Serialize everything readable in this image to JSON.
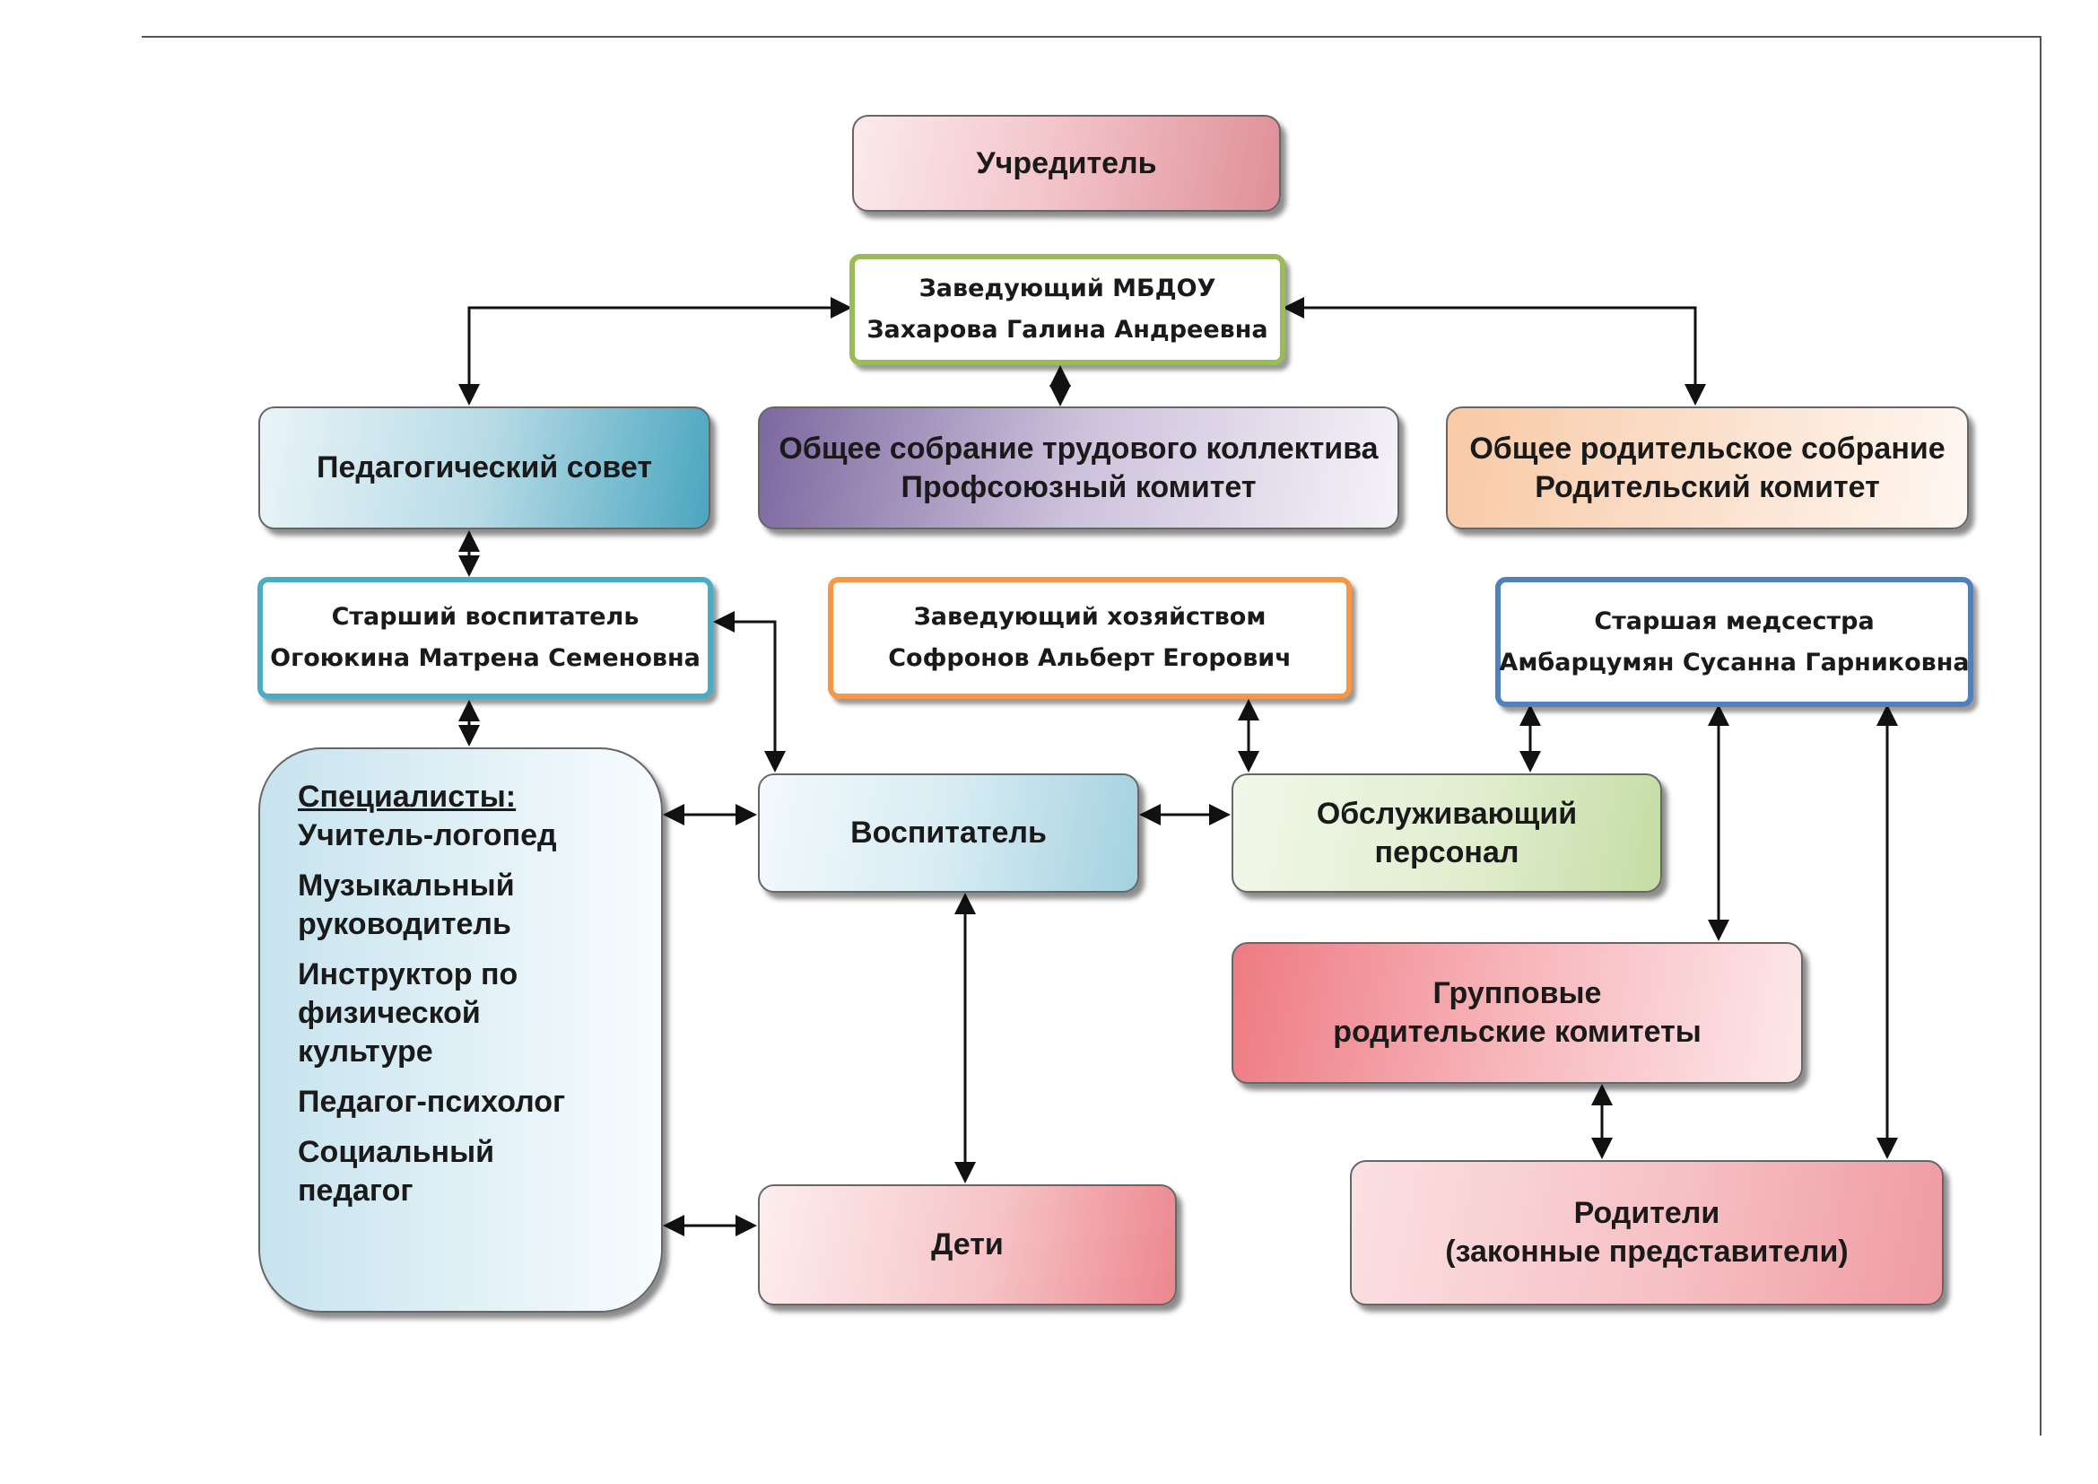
{
  "diagram": {
    "founder": "Учредитель",
    "head": {
      "title": "Заведующий МБДОУ",
      "name": "Захарова Галина Андреевна"
    },
    "pedagogical_council": "Педагогический совет",
    "labor_assembly": {
      "line1": "Общее собрание трудового коллектива",
      "line2": "Профсоюзный комитет"
    },
    "parents_meeting": {
      "line1": "Общее родительское собрание",
      "line2": "Родительский комитет"
    },
    "senior_teacher": {
      "title": "Старший воспитатель",
      "name": "Огоюкина Матрена Семеновна"
    },
    "housekeeping_head": {
      "title": "Заведующий хозяйством",
      "name": "Софронов Альберт Егорович"
    },
    "senior_nurse": {
      "title": "Старшая медсестра",
      "name": "Амбарцумян Сусанна Гарниковна"
    },
    "specialists": {
      "title": "Специалисты:",
      "items": [
        {
          "lines": [
            "Учитель-логопед"
          ]
        },
        {
          "lines": [
            "Музыкальный",
            "руководитель"
          ]
        },
        {
          "lines": [
            "Инструктор по",
            "физической",
            "культуре"
          ]
        },
        {
          "lines": [
            "Педагог-психолог"
          ]
        },
        {
          "lines": [
            "Социальный",
            "педагог"
          ]
        }
      ]
    },
    "teacher": "Воспитатель",
    "service_staff": {
      "line1": "Обслуживающий",
      "line2": "персонал"
    },
    "group_committees": {
      "line1": "Групповые",
      "line2": "родительские комитеты"
    },
    "children": "Дети",
    "parents": {
      "line1": "Родители",
      "line2": "(законные представители)"
    }
  }
}
